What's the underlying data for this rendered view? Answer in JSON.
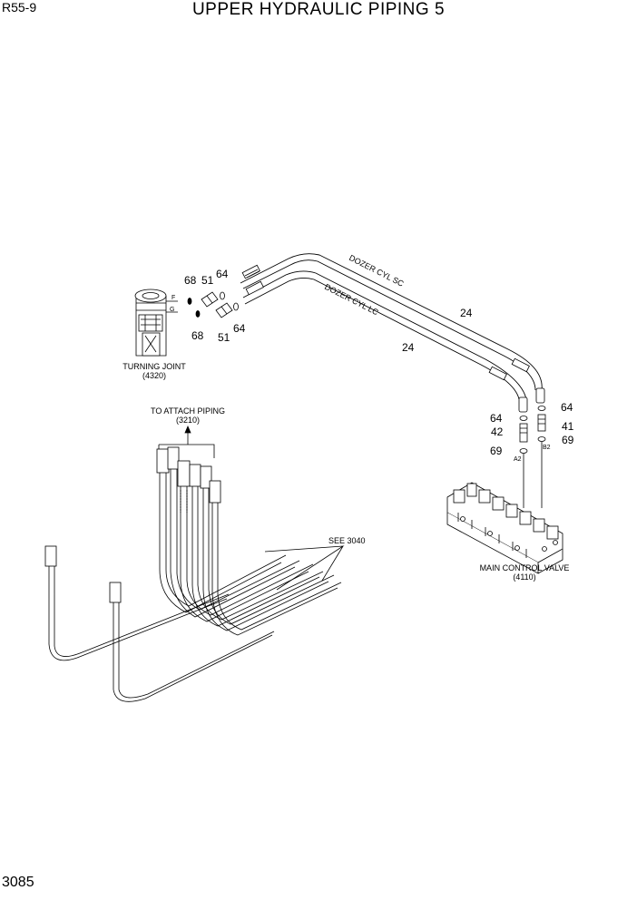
{
  "header": {
    "model_code": "R55-9",
    "title": "UPPER HYDRAULIC PIPING 5"
  },
  "footer": {
    "page_number": "3085"
  },
  "components": {
    "turning_joint": {
      "name": "TURNING JOINT",
      "ref": "(4320)",
      "port_f": "F",
      "port_g": "G"
    },
    "main_control_valve": {
      "name": "MAIN CONTROL VALVE",
      "ref": "(4110)",
      "port_a2": "A2",
      "port_b2": "B2"
    },
    "attach_piping": {
      "name": "TO ATTACH PIPING",
      "ref": "(3210)"
    },
    "see_ref": "SEE 3040"
  },
  "hoses": {
    "upper": "DOZER CYL SC",
    "lower": "DOZER CYL LC"
  },
  "callouts": {
    "tj_68_top": "68",
    "tj_51_top": "51",
    "tj_64_top": "64",
    "tj_68_bottom": "68",
    "tj_51_bottom": "51",
    "tj_64_bottom": "64",
    "hose_24_upper": "24",
    "hose_24_lower": "24",
    "mcv_64_left": "64",
    "mcv_42": "42",
    "mcv_69_left": "69",
    "mcv_64_right": "64",
    "mcv_41": "41",
    "mcv_69_right": "69"
  }
}
